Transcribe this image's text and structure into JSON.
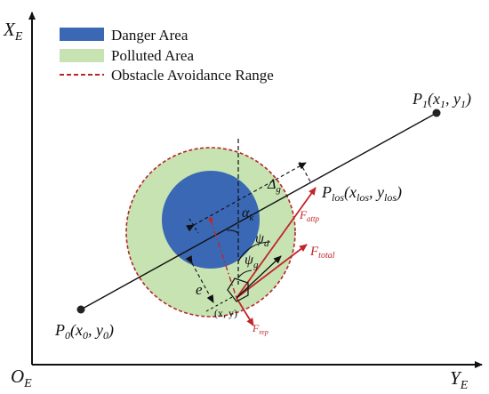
{
  "legend": {
    "danger_area": "Danger Area",
    "polluted_area": "Polluted Area",
    "obstacle_range": "Obstacle Avoidance Range"
  },
  "colors": {
    "danger": "#3a68b5",
    "polluted": "#c7e3b2",
    "range": "#b4262b",
    "force": "#c0262c",
    "ink": "#111111"
  },
  "axes": {
    "y_axis_label": "X",
    "y_axis_sub": "E",
    "x_axis_label": "Y",
    "x_axis_sub": "E",
    "origin_label": "O",
    "origin_sub": "E"
  },
  "points": {
    "p1": {
      "main": "P",
      "sub": "1",
      "coords": "(x",
      "c1sub": "1",
      "mid": ", y",
      "c2sub": "1",
      "end": ")"
    },
    "p0": {
      "main": "P",
      "sub": "0",
      "coords": "(x",
      "c1sub": "0",
      "mid": ", y",
      "c2sub": "0",
      "end": ")"
    },
    "plos": {
      "main": "P",
      "sub": "los",
      "coords": "(x",
      "c1sub": "los",
      "mid": ", y",
      "c2sub": "los",
      "end": ")"
    },
    "vehicle": "(x, y)"
  },
  "labels": {
    "delta": "Δ",
    "delta_sub": "g",
    "alpha": "α",
    "alpha_sub": "k",
    "psi_d": "ψ",
    "psi_d_sub": "d",
    "psi_g": "ψ",
    "psi_g_sub": "g",
    "e": "e",
    "f_attp": "F",
    "f_attp_sub": "attp",
    "f_total": "F",
    "f_total_sub": "total",
    "f_rep": "F",
    "f_rep_sub": "rep"
  }
}
